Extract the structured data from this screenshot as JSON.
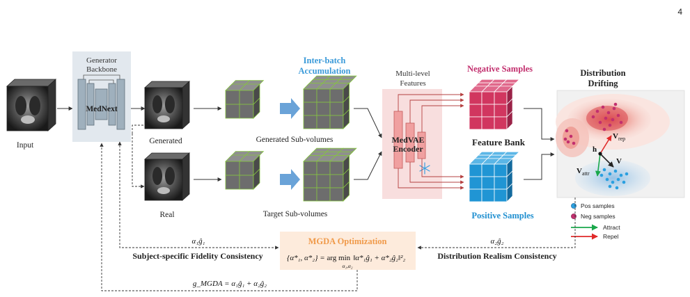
{
  "page_number": "4",
  "input": {
    "label": "Input"
  },
  "generator": {
    "title_line1": "Generator",
    "title_line2": "Backbone",
    "model_name": "MedNext"
  },
  "generated": {
    "label": "Generated"
  },
  "real": {
    "label": "Real"
  },
  "generated_subvolumes": {
    "label": "Generated Sub-volumes"
  },
  "target_subvolumes": {
    "label": "Target Sub-volumes"
  },
  "inter_batch": {
    "line1": "Inter-batch",
    "line2": "Accumulation"
  },
  "features": {
    "line1": "Multi-level",
    "line2": "Features"
  },
  "encoder": {
    "line1": "MedVAE",
    "line2": "Encoder"
  },
  "negative_samples": {
    "label": "Negative Samples"
  },
  "feature_bank": {
    "label": "Feature Bank"
  },
  "positive_samples": {
    "label": "Positive Samples"
  },
  "drifting": {
    "line1": "Distribution",
    "line2": "Drifting",
    "vec_h": "h",
    "vec_v": "V",
    "vec_rep_main": "V",
    "vec_rep_sub": "rep",
    "vec_attr_main": "V",
    "vec_attr_sub": "attr"
  },
  "legend": {
    "pos": "Pos samples",
    "neg": "Neg samples",
    "attract": "Attract",
    "repel": "Repel"
  },
  "mgda": {
    "title": "MGDA Optimization",
    "lhs": "{α*₁, α*₂} = ",
    "argmin": "arg min",
    "argmin_sub": "α₁,α₂",
    "rhs": "‖α*₁ĝ₁ + α*₂ĝ₂‖²₂"
  },
  "losses": {
    "left_weight": "α₁ĝ₁",
    "left_label": "Subject-specific Fidelity Consistency",
    "right_weight": "α₂ĝ₂",
    "right_label": "Distribution Realism Consistency",
    "bottom": "g_MGDA = α₁ĝ₁ + α₂ĝ₂"
  },
  "colors": {
    "accent_blue": "#3a9ad9",
    "accent_orange": "#f09a4a",
    "negative": "#c22f6e",
    "positive": "#1f8fd0",
    "attract": "#1aa84b",
    "repel": "#e02a2a"
  }
}
